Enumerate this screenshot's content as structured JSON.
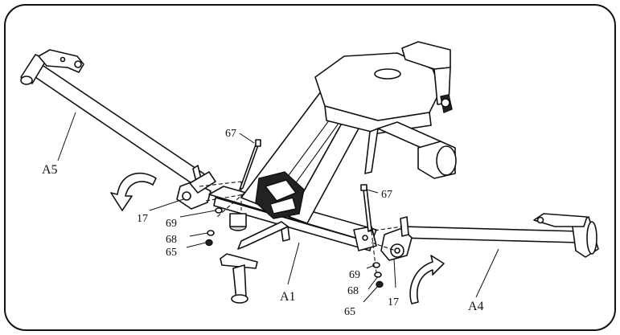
{
  "labels": {
    "A5": "A5",
    "A1": "A1",
    "A4": "A4",
    "p67_left": "67",
    "p17_left": "17",
    "p69_left": "69",
    "p68_left": "68",
    "p65_left": "65",
    "p67_right": "67",
    "p69_right": "69",
    "p68_right": "68",
    "p17_right": "17",
    "p65_right": "65"
  },
  "colors": {
    "line": "#111111",
    "frame": "#111111",
    "background": "#ffffff",
    "shading": "#222222"
  }
}
